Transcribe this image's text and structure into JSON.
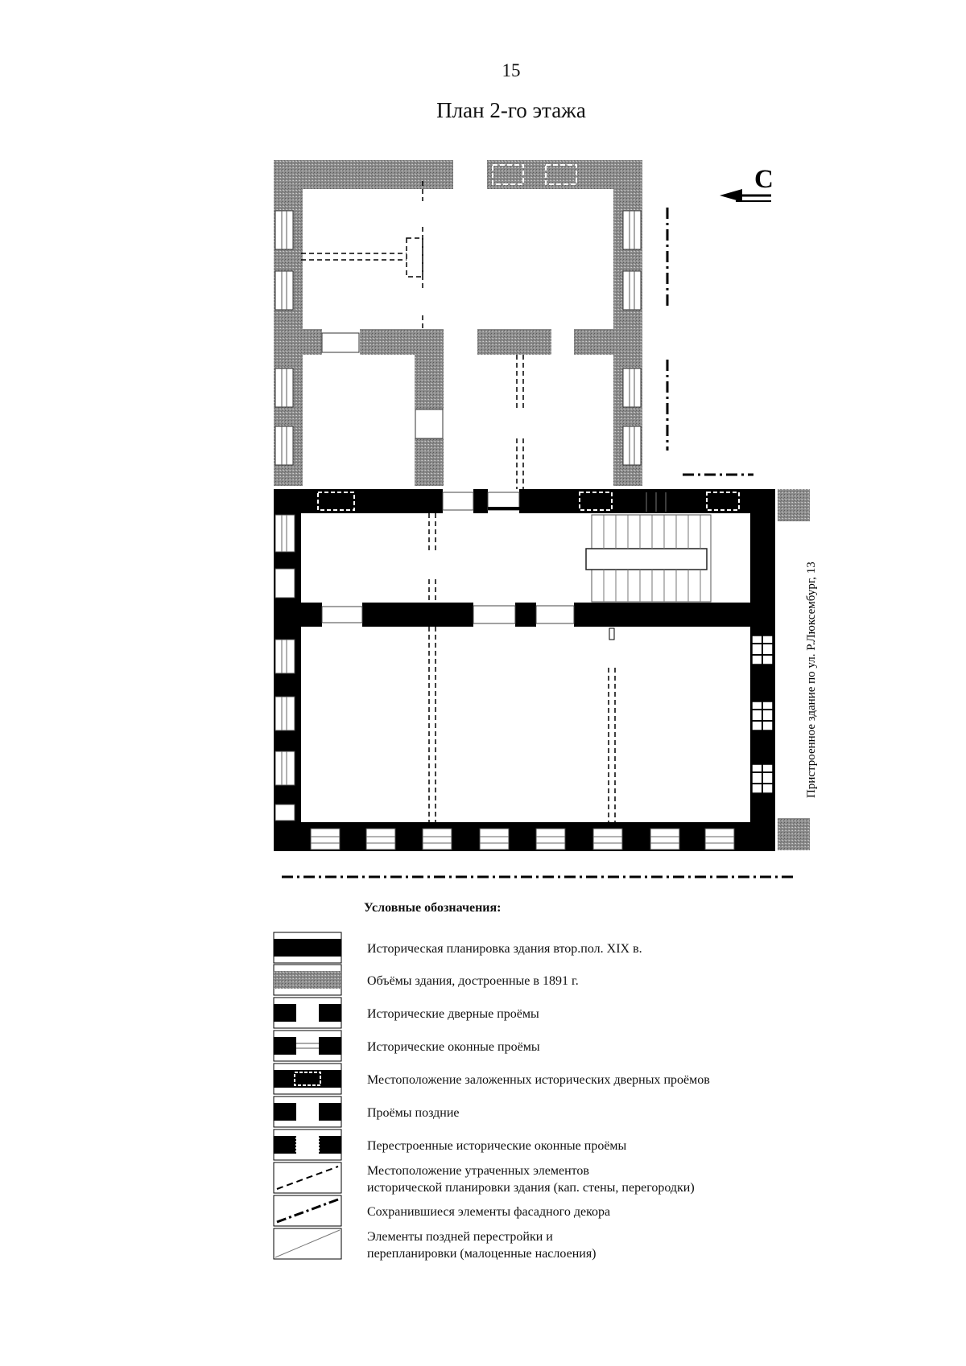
{
  "page": {
    "number": "15",
    "title": "План 2-го этажа"
  },
  "plan": {
    "north_label": "С",
    "side_label": "Пристроенное здание по ул. Р.Люксембург, 13",
    "colors": {
      "historic_wall": "#000000",
      "added_1891": "#8c8c8c",
      "line": "#111111",
      "background": "#ffffff"
    }
  },
  "legend": {
    "title": "Условные обозначения:",
    "items": [
      {
        "symbol": "solid-black-wall",
        "label": "Историческая планировка здания втор.пол. XIX в."
      },
      {
        "symbol": "grey-hatched-wall",
        "label": "Объёмы здания, достроенные в 1891 г."
      },
      {
        "symbol": "door-opening",
        "label": "Исторические дверные проёмы"
      },
      {
        "symbol": "window-opening",
        "label": "Исторические оконные проёмы"
      },
      {
        "symbol": "bricked-door",
        "label": "Местоположение заложенных исторических дверных проёмов"
      },
      {
        "symbol": "late-opening",
        "label": "Проёмы поздние"
      },
      {
        "symbol": "rebuilt-window",
        "label": "Перестроенные исторические оконные проёмы"
      },
      {
        "symbol": "dashed-line",
        "label_lines": [
          "Местоположение утраченных элементов",
          "исторической планировки здания (кап. стены, перегородки)"
        ]
      },
      {
        "symbol": "dash-dot-line",
        "label": "Сохранившиеся элементы фасадного декора"
      },
      {
        "symbol": "thin-diagonal",
        "label_lines": [
          "Элементы поздней перестройки и",
          "перепланировки (малоценные наслоения)"
        ]
      }
    ]
  }
}
